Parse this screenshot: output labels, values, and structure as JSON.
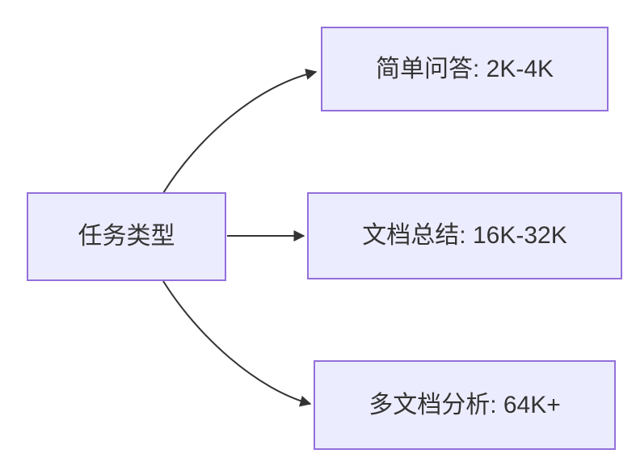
{
  "diagram": {
    "type": "flowchart-left-to-right",
    "background_color": "#FFFFFF",
    "root": {
      "label": "任务类型"
    },
    "branches": [
      {
        "label": "简单问答: 2K-4K"
      },
      {
        "label": "文档总结: 16K-32K"
      },
      {
        "label": "多文档分析: 64K+"
      }
    ],
    "edges": [
      {
        "from": "任务类型",
        "to": "简单问答: 2K-4K",
        "style": "curved-up-arrow"
      },
      {
        "from": "任务类型",
        "to": "文档总结: 16K-32K",
        "style": "straight-arrow"
      },
      {
        "from": "任务类型",
        "to": "多文档分析: 64K+",
        "style": "curved-down-arrow"
      }
    ],
    "colors": {
      "node_fill": "#ECECFF",
      "node_border": "#9370DB",
      "edge_line": "#333333",
      "arrowhead": "#333333",
      "text": "#333333"
    }
  }
}
